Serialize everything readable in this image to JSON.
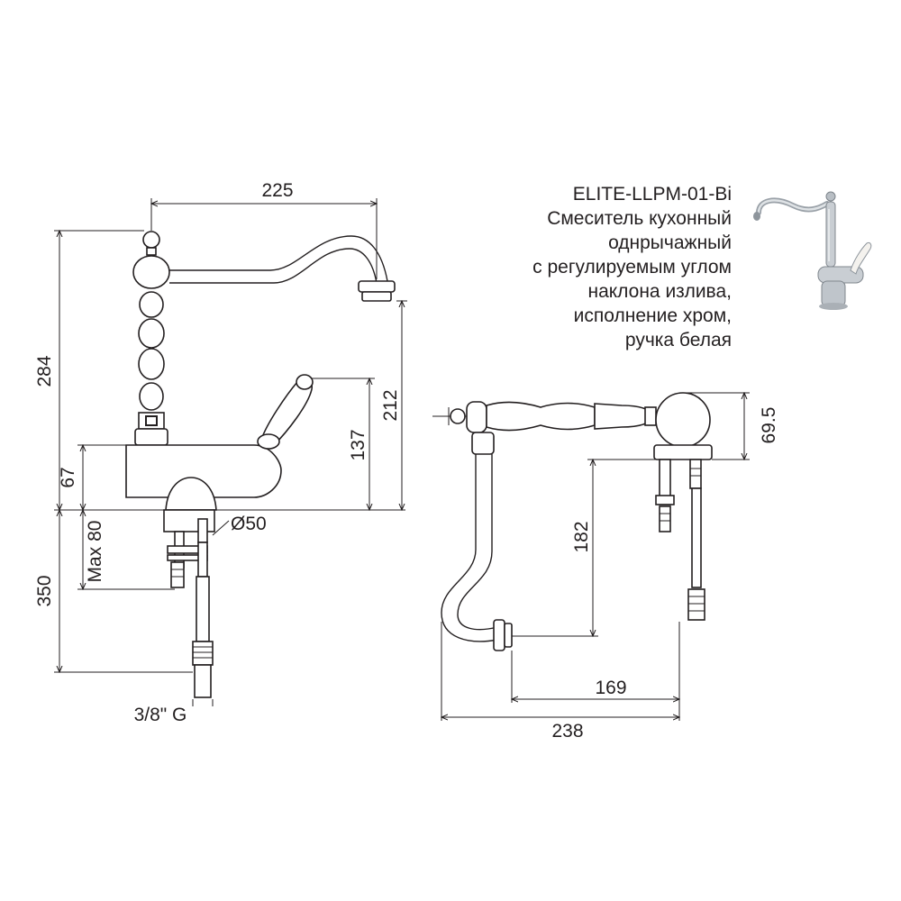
{
  "product": {
    "code": "ELITE-LLPM-01-Bi",
    "description_lines": [
      "Смеситель кухонный",
      "однрычажный",
      "с регулируемым углом",
      "наклона излива,",
      "исполнение хром,",
      "ручка белая"
    ]
  },
  "front_view": {
    "dim_spout_reach": "225",
    "dim_total_height": "284",
    "dim_spout_height": "212",
    "dim_handle_height": "137",
    "dim_body_height": "67",
    "dim_base_diameter": "Ø50",
    "dim_max_thickness": "Max 80",
    "dim_hose_length": "350",
    "dim_connection": "3/8\" G"
  },
  "side_view": {
    "dim_head_height": "69.5",
    "dim_drop": "182",
    "dim_offset": "169",
    "dim_total_width": "238"
  },
  "colors": {
    "line": "#231f20",
    "chrome": "#c9ced3",
    "handle": "#f4f2ee"
  }
}
